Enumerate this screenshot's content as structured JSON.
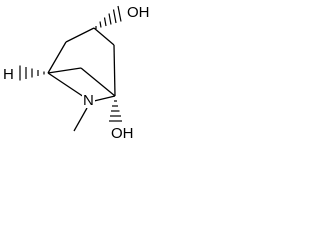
{
  "molecule": {
    "atoms": {
      "top_hydroxyl": "OH",
      "bottom_hydroxyl": "OH",
      "nitrogen": "N",
      "bridgehead_hydrogen": "H"
    },
    "line_color": "#000000",
    "background_color": "#ffffff"
  }
}
